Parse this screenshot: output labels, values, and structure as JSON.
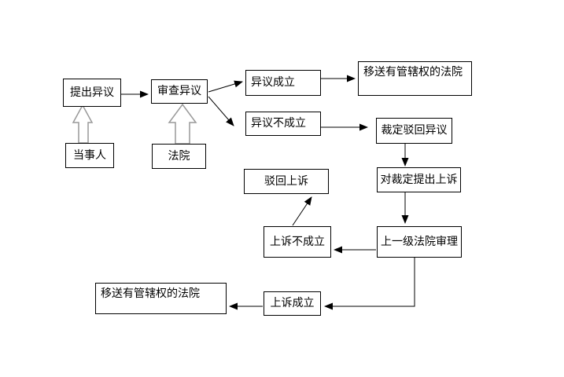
{
  "diagram": {
    "type": "flowchart",
    "background": "#ffffff",
    "box_border_color": "#000000",
    "box_fill_color": "#ffffff",
    "arrow_color": "#000000",
    "block_arrow_outline_color": "#999999"
  },
  "nodes": [
    {
      "id": "tichu-yiyi",
      "label": "提出异议"
    },
    {
      "id": "shencha-yiyi",
      "label": "审查异议"
    },
    {
      "id": "dangshiren",
      "label": "当事人"
    },
    {
      "id": "fayuan",
      "label": "法院"
    },
    {
      "id": "yiyi-chengli",
      "label": "异议成立"
    },
    {
      "id": "yisong-top",
      "label": "移送有管辖权的法院"
    },
    {
      "id": "yiyi-buchengli",
      "label": "异议不成立"
    },
    {
      "id": "caiding-bohui-yiyi",
      "label": "裁定驳回异议"
    },
    {
      "id": "bohui-shangsu",
      "label": "驳回上诉"
    },
    {
      "id": "dui-caiding-shangsu",
      "label": "对裁定提出上诉"
    },
    {
      "id": "shangsu-buchengli",
      "label": "上诉不成立"
    },
    {
      "id": "shangyiji-shenli",
      "label": "上一级法院审理"
    },
    {
      "id": "shangsu-chengli",
      "label": "上诉成立"
    },
    {
      "id": "yisong-bottom",
      "label": "移送有管辖权的法院"
    }
  ],
  "edges": [
    {
      "from": "tichu-yiyi",
      "to": "shencha-yiyi",
      "style": "arrow"
    },
    {
      "from": "shencha-yiyi",
      "to": "yiyi-chengli",
      "style": "arrow"
    },
    {
      "from": "shencha-yiyi",
      "to": "yiyi-buchengli",
      "style": "arrow"
    },
    {
      "from": "yiyi-chengli",
      "to": "yisong-top",
      "style": "arrow"
    },
    {
      "from": "yiyi-buchengli",
      "to": "caiding-bohui-yiyi",
      "style": "arrow"
    },
    {
      "from": "caiding-bohui-yiyi",
      "to": "dui-caiding-shangsu",
      "style": "arrow"
    },
    {
      "from": "dui-caiding-shangsu",
      "to": "shangyiji-shenli",
      "style": "arrow"
    },
    {
      "from": "shangyiji-shenli",
      "to": "shangsu-buchengli",
      "style": "arrow"
    },
    {
      "from": "shangsu-buchengli",
      "to": "bohui-shangsu",
      "style": "arrow"
    },
    {
      "from": "shangyiji-shenli",
      "to": "shangsu-chengli",
      "style": "arrow"
    },
    {
      "from": "shangsu-chengli",
      "to": "yisong-bottom",
      "style": "arrow"
    },
    {
      "from": "dangshiren",
      "to": "tichu-yiyi",
      "style": "hollow-block-arrow"
    },
    {
      "from": "fayuan",
      "to": "shencha-yiyi",
      "style": "hollow-block-arrow"
    }
  ]
}
